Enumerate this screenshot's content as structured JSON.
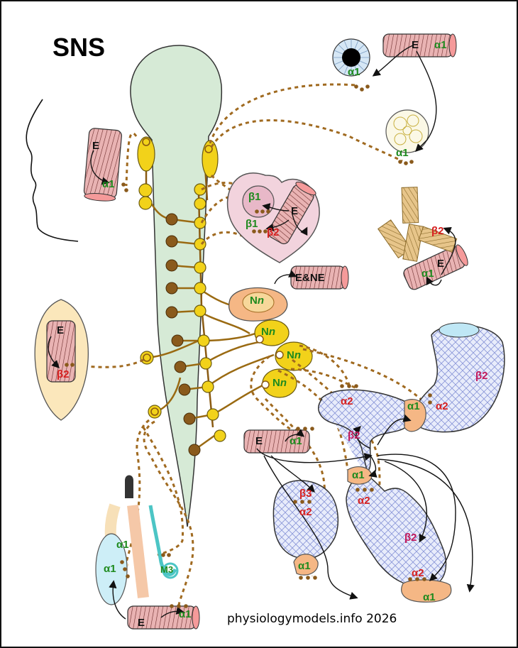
{
  "title": "SNS",
  "credit": "physiologymodels.info 2026",
  "colors": {
    "green": "#1e8a1e",
    "red": "#d62020",
    "magenta": "#c2185b",
    "nerve": "#9a6a12",
    "ganglion": "#f2d21a",
    "cord": "#d6ead6"
  },
  "labels": {
    "eye_a1": "α1",
    "eye_muscle_E": "E",
    "eye_muscle_a1": "α1",
    "gland_a1": "α1",
    "face_E": "E",
    "face_a1": "α1",
    "heart_b1_top": "β1",
    "heart_E": "E",
    "heart_b1": "β1",
    "heart_b2": "β2",
    "lung_b2": "β2",
    "lung_E": "E",
    "lung_a1": "α1",
    "adrenal_Nn": "N",
    "adrenal_n": "n",
    "adrenal_out": "E&NE",
    "gang1_N": "N",
    "gang1_n": "n",
    "gang2_N": "N",
    "gang2_n": "n",
    "gang3_N": "N",
    "gang3_n": "n",
    "leg_E": "E",
    "leg_b2": "β2",
    "stomach_b2": "β2",
    "gi_a2_top": "α2",
    "gi_a1_upper": "α1",
    "gi_a2_upper_right": "α2",
    "gi_b2_left": "β2",
    "gi_a1_mid": "α1",
    "gi_a2_mid": "α2",
    "gi_b2_right": "β2",
    "gi_a2_low": "α2",
    "gi_a1_low": "α1",
    "vessel_E": "E",
    "vessel_a1": "α1",
    "kidney_b3": "β3",
    "kidney_a2": "α2",
    "kidney_a1": "α1",
    "bladder_a1_upper": "α1",
    "bladder_a1": "α1",
    "bladder_M3": "M3",
    "bottom_E": "E",
    "bottom_a1": "α1"
  }
}
